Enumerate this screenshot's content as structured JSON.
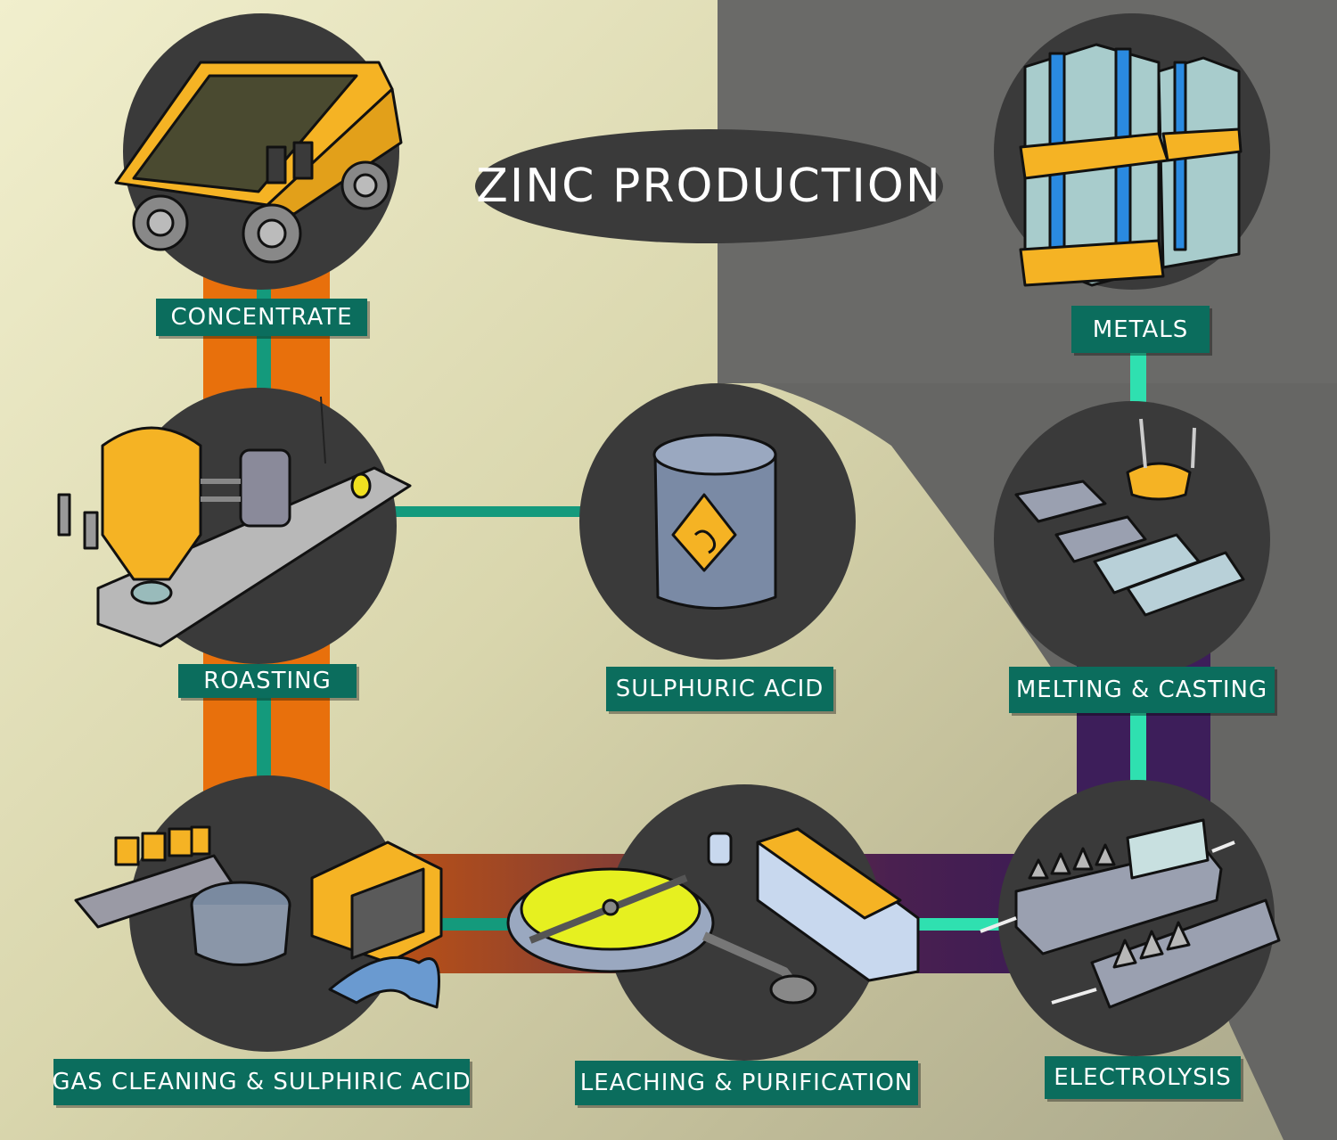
{
  "title": "ZINC PRODUCTION",
  "colors": {
    "label_bg": "#0b6d5d",
    "circle_bg": "#3a3a3a",
    "connector_teal": "#149a7c",
    "connector_bright": "#2fe0b0",
    "band_orange": "#e8700c",
    "band_purple": "#3d1e5a",
    "accent_yellow": "#f5b324"
  },
  "steps": [
    {
      "id": "concentrate",
      "label": "CONCENTRATE",
      "icon": "dump-truck-icon"
    },
    {
      "id": "roasting",
      "label": "ROASTING",
      "icon": "roaster-icon"
    },
    {
      "id": "gas_cleaning",
      "label": "GAS CLEANING & SULPHIRIC ACID",
      "icon": "gas-cleaning-plant-icon"
    },
    {
      "id": "leaching",
      "label": "LEACHING & PURIFICATION",
      "icon": "leaching-tank-icon"
    },
    {
      "id": "electrolysis",
      "label": "ELECTROLYSIS",
      "icon": "electrolysis-cell-icon"
    },
    {
      "id": "melting",
      "label": "MELTING & CASTING",
      "icon": "casting-molds-icon"
    },
    {
      "id": "metals",
      "label": "METALS",
      "icon": "metal-ingot-stacks-icon"
    },
    {
      "id": "acid",
      "label": "SULPHURIC ACID",
      "icon": "acid-barrel-icon"
    }
  ]
}
